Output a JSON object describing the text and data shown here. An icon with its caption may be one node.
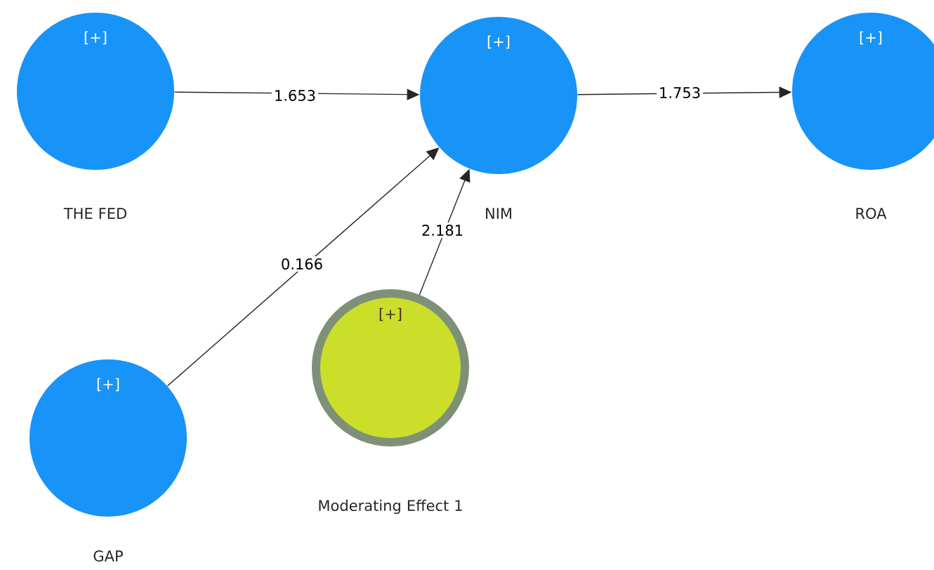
{
  "diagram": {
    "nodes": [
      {
        "text": [
          "[+]",
          "THE FED"
        ]
      },
      {
        "text": [
          "[+]",
          "NIM"
        ]
      },
      {
        "text": [
          "[+]",
          "ROA"
        ]
      },
      {
        "text": [
          "[+]",
          "GAP"
        ]
      },
      {
        "text": [
          "[+]",
          "Moderating Effect 1"
        ]
      }
    ],
    "edges": [
      {
        "from": 0,
        "to": 1,
        "arrow": "to",
        "label": "1.653"
      },
      {
        "from": 1,
        "to": 2,
        "arrow": "to",
        "label": "1.753"
      },
      {
        "from": 3,
        "to": 1,
        "arrow": "to",
        "label": "0.166"
      },
      {
        "from": 4,
        "to": 1,
        "arrow": "to",
        "label": "2.181"
      }
    ]
  }
}
